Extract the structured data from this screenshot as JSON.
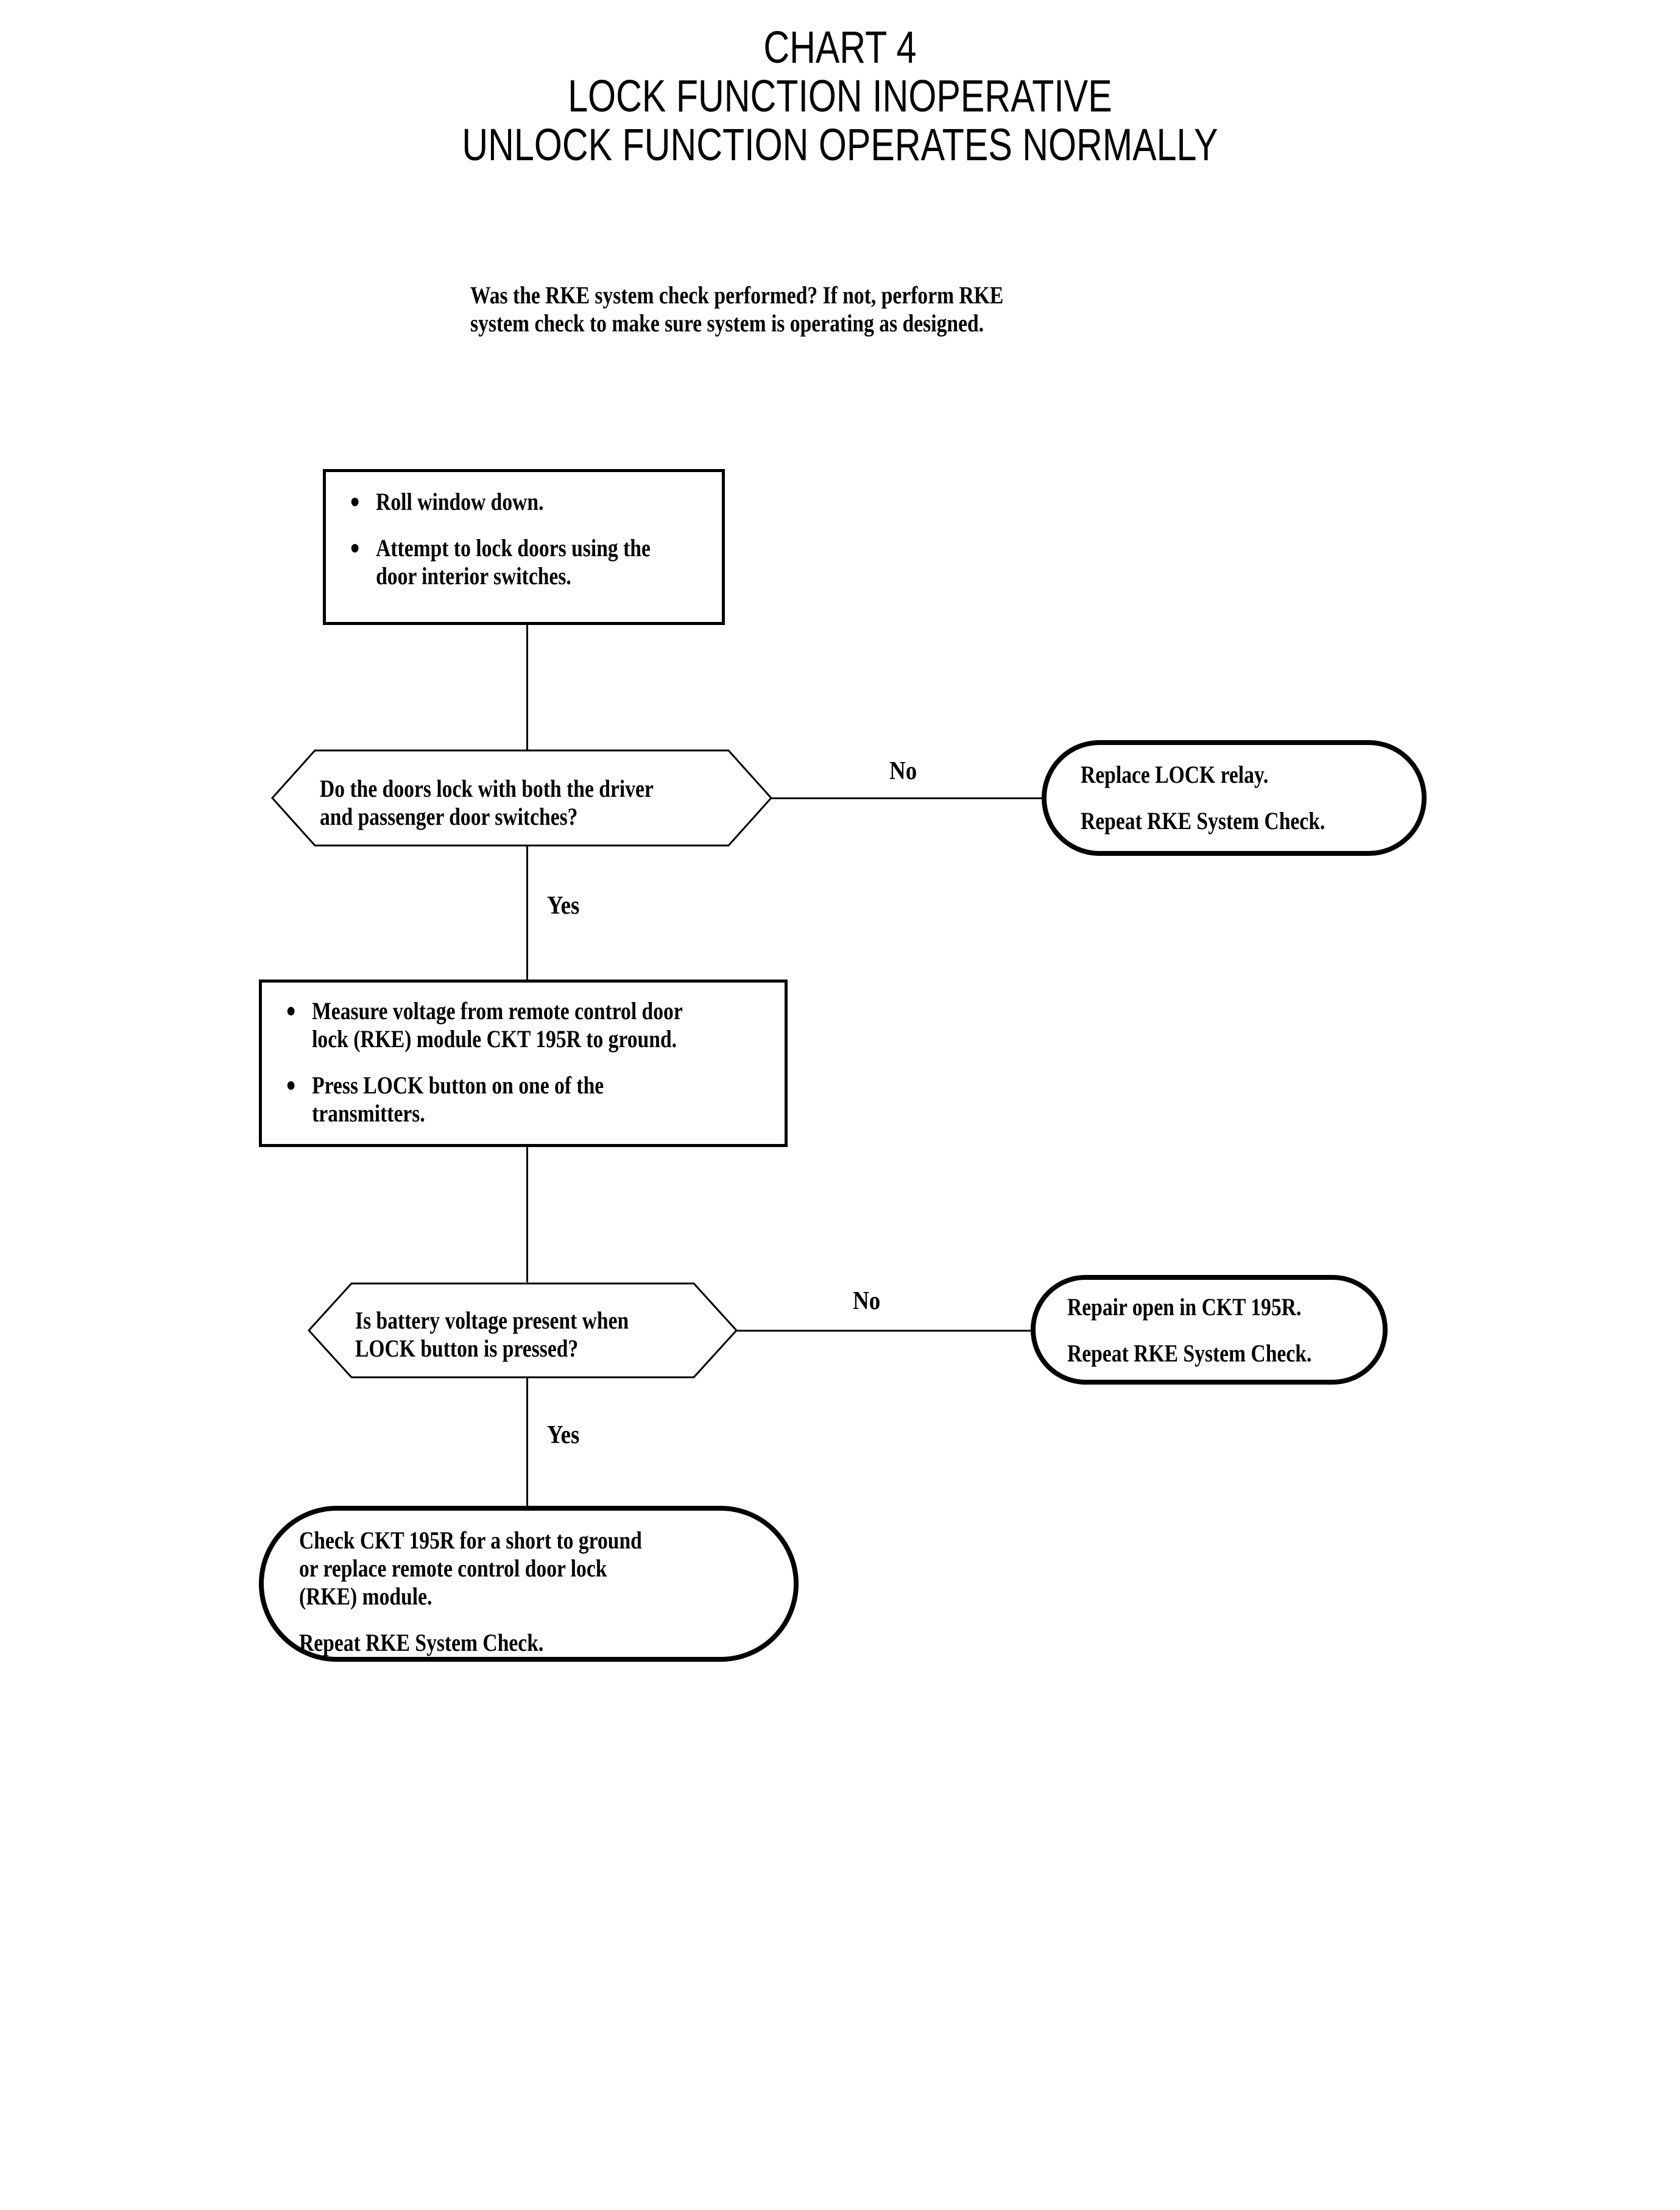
{
  "title": {
    "line1": "CHART 4",
    "line2": "LOCK FUNCTION INOPERATIVE",
    "line3": "UNLOCK FUNCTION OPERATES NORMALLY"
  },
  "intro": {
    "line1": "Was the RKE system check performed? If not, perform RKE",
    "line2": "system check to make sure system is operating as designed."
  },
  "nodes": {
    "step1": {
      "bullet1": "Roll window down.",
      "bullet2_line1": "Attempt to lock doors using the",
      "bullet2_line2": "door interior switches."
    },
    "decision1": {
      "line1": "Do the doors lock with both the driver",
      "line2": "and passenger door switches?"
    },
    "result1": {
      "line1": "Replace LOCK relay.",
      "line2": "Repeat RKE System Check."
    },
    "step2": {
      "bullet1_line1": "Measure voltage from remote control door",
      "bullet1_line2": "lock (RKE) module CKT 195R to ground.",
      "bullet2_line1": "Press LOCK button on one of the",
      "bullet2_line2": "transmitters."
    },
    "decision2": {
      "line1": "Is battery voltage present when",
      "line2": "LOCK button is pressed?"
    },
    "result2": {
      "line1": "Repair open in CKT 195R.",
      "line2": "Repeat RKE System Check."
    },
    "result3": {
      "line1": "Check CKT 195R for a short to ground",
      "line2": "or replace remote control door lock",
      "line3": "(RKE) module.",
      "line4": "Repeat RKE System Check."
    }
  },
  "branches": {
    "no1": "No",
    "yes1": "Yes",
    "no2": "No",
    "yes2": "Yes"
  },
  "chart_data": {
    "type": "diagram",
    "title": "CHART 4 - LOCK FUNCTION INOPERATIVE / UNLOCK FUNCTION OPERATES NORMALLY",
    "flow": [
      {
        "id": "intro",
        "shape": "text",
        "text": "Was the RKE system check performed? If not, perform RKE system check to make sure system is operating as designed."
      },
      {
        "id": "step1",
        "shape": "process",
        "text": "Roll window down. / Attempt to lock doors using the door interior switches."
      },
      {
        "id": "decision1",
        "shape": "decision",
        "text": "Do the doors lock with both the driver and passenger door switches?"
      },
      {
        "id": "result1",
        "shape": "terminal",
        "text": "Replace LOCK relay. Repeat RKE System Check."
      },
      {
        "id": "step2",
        "shape": "process",
        "text": "Measure voltage from remote control door lock (RKE) module CKT 195R to ground. / Press LOCK button on one of the transmitters."
      },
      {
        "id": "decision2",
        "shape": "decision",
        "text": "Is battery voltage present when LOCK button is pressed?"
      },
      {
        "id": "result2",
        "shape": "terminal",
        "text": "Repair open in CKT 195R. Repeat RKE System Check."
      },
      {
        "id": "result3",
        "shape": "terminal",
        "text": "Check CKT 195R for a short to ground or replace remote control door lock (RKE) module. Repeat RKE System Check."
      }
    ],
    "edges": [
      {
        "from": "step1",
        "to": "decision1",
        "label": ""
      },
      {
        "from": "decision1",
        "to": "result1",
        "label": "No"
      },
      {
        "from": "decision1",
        "to": "step2",
        "label": "Yes"
      },
      {
        "from": "step2",
        "to": "decision2",
        "label": ""
      },
      {
        "from": "decision2",
        "to": "result2",
        "label": "No"
      },
      {
        "from": "decision2",
        "to": "result3",
        "label": "Yes"
      }
    ],
    "colors": {
      "stroke": "#000000",
      "fill": "#ffffff",
      "text": "#000000"
    }
  }
}
